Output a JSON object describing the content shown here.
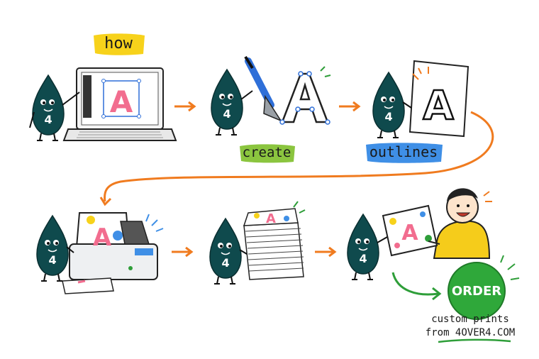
{
  "labels": {
    "how": "how",
    "create": "create",
    "outlines": "outlines"
  },
  "letter": "A",
  "mascot_number": "4",
  "cta": {
    "button": "ORDER",
    "caption_line1": "custom prints",
    "caption_line2": "from 4OVER4.COM"
  },
  "colors": {
    "mascot": "#0f4a4d",
    "letter_pink": "#f26d8f",
    "arrow_orange": "#f07b1f",
    "arrow_green": "#2e9e39",
    "highlight_yellow": "#f7d21b",
    "highlight_green": "#8bc53f",
    "highlight_blue": "#3f8fe6",
    "order_green": "#2fa83a",
    "person_shirt": "#f5cc1b"
  }
}
